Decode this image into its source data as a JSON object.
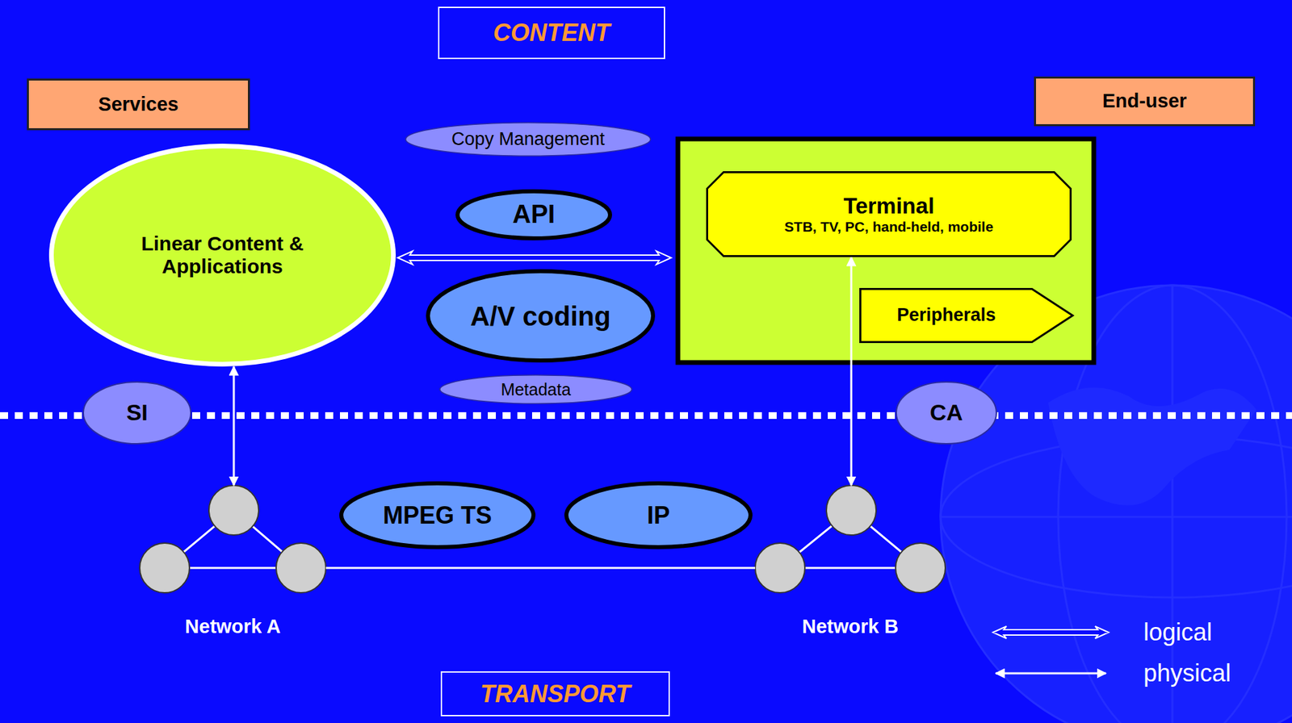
{
  "diagram": {
    "nodes": [
      {
        "text": [
          "CONTENT"
        ]
      },
      {
        "text": [
          "Services"
        ]
      },
      {
        "text": [
          "End-user"
        ]
      },
      {
        "text": [
          "Copy Management"
        ]
      },
      {
        "text": [
          "API"
        ]
      },
      {
        "text": [
          "Linear Content & Applications"
        ]
      },
      {
        "text": [
          "Terminal",
          "STB, TV, PC, hand-held, mobile"
        ]
      },
      {
        "text": [
          "A/V coding"
        ]
      },
      {
        "text": [
          "Peripherals"
        ]
      },
      {
        "text": [
          "Metadata"
        ]
      },
      {
        "text": [
          "SI"
        ]
      },
      {
        "text": [
          "CA"
        ]
      },
      {
        "text": [
          "MPEG TS"
        ]
      },
      {
        "text": [
          "IP"
        ]
      },
      {
        "text": [
          "Network A"
        ]
      },
      {
        "text": [
          "Network B"
        ]
      },
      {
        "text": [
          "TRANSPORT"
        ]
      }
    ],
    "edges": [
      {
        "from": 5,
        "to": 14,
        "arrow": "both"
      },
      {
        "from": 6,
        "to": 15,
        "arrow": "both"
      },
      {
        "from": 14,
        "to": 15,
        "arrow": "none"
      }
    ],
    "legend": [
      {
        "text": "logical"
      },
      {
        "text": "physical"
      }
    ]
  }
}
